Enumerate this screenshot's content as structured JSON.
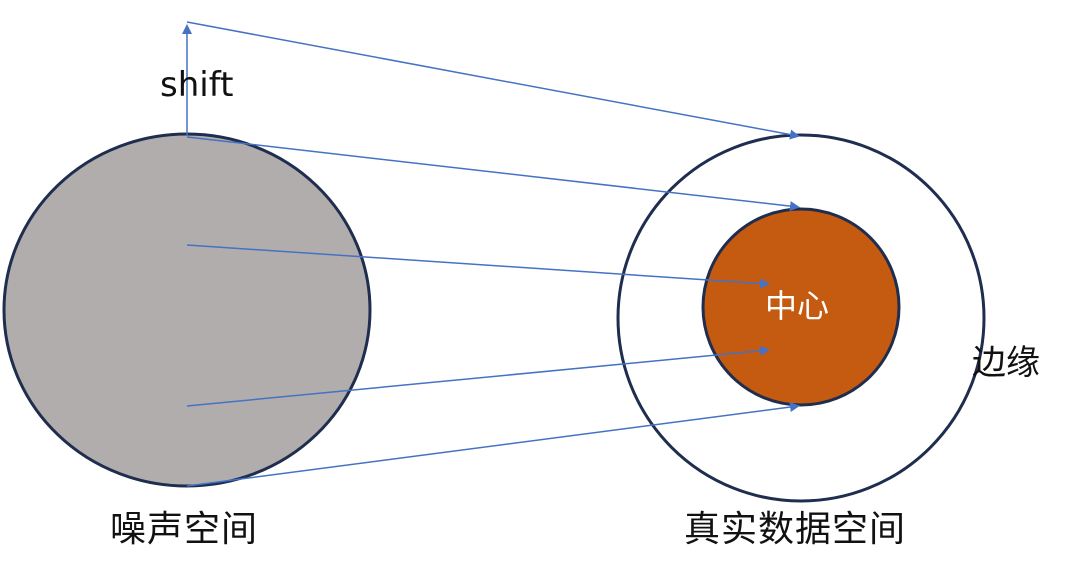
{
  "labels": {
    "shift": "shift",
    "noise_space": "噪声空间",
    "real_data_space": "真实数据空间",
    "edge": "边缘",
    "center": "中心"
  },
  "colors": {
    "noise_fill": "#b1adac",
    "outline": "#1f2d4e",
    "center_fill": "#c55a11",
    "arrow": "#4472c4",
    "center_text": "#ffffff"
  }
}
